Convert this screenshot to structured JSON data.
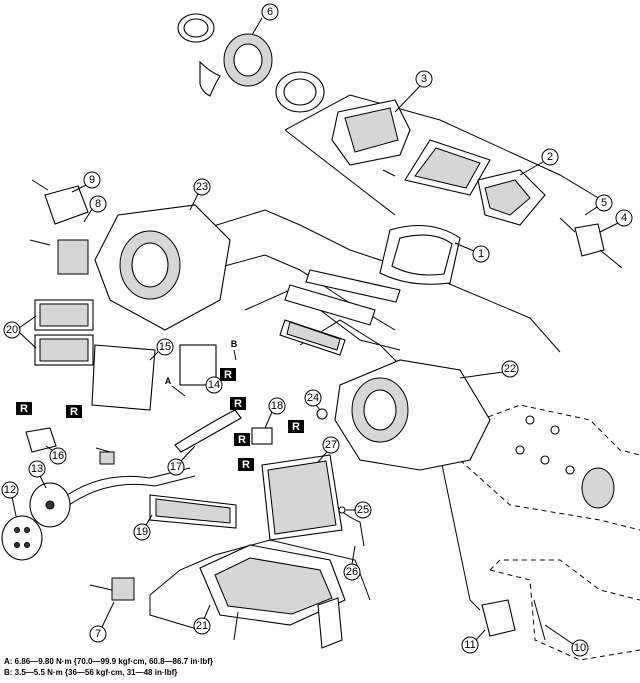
{
  "callouts": [
    "1",
    "2",
    "3",
    "4",
    "5",
    "6",
    "7",
    "8",
    "9",
    "10",
    "11",
    "12",
    "13",
    "14",
    "15",
    "16",
    "17",
    "18",
    "19",
    "20",
    "21",
    "22",
    "23",
    "24",
    "25",
    "26",
    "27"
  ],
  "marker_r": "R",
  "letter_a": "A",
  "letter_b": "B",
  "torque_notes": {
    "a": "A: 6.86—9.80 N·m {70.0—99.9 kgf·cm, 60.8—86.7 in·lbf}",
    "b": "B: 3.5—5.5 N·m {36—56 kgf·cm, 31—48 in·lbf}"
  }
}
